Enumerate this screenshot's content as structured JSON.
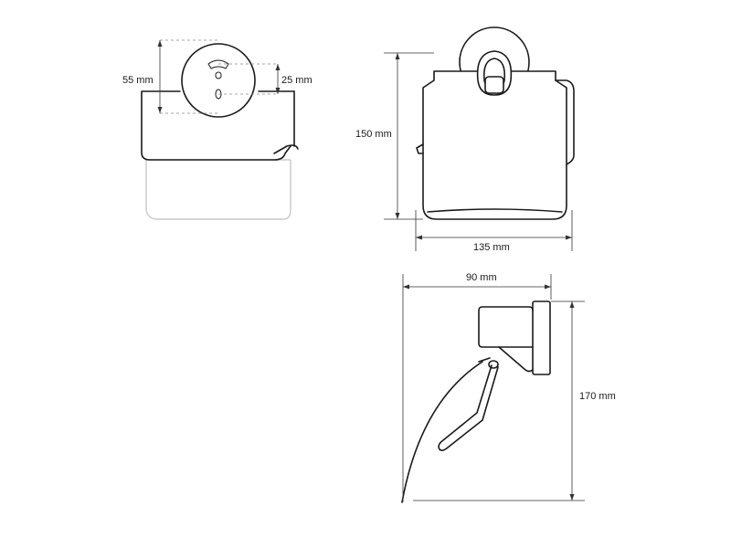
{
  "dimensions": {
    "screw_spacing": "55 mm",
    "mount_offset": "25 mm",
    "height_front": "150 mm",
    "width_front": "135 mm",
    "depth_side": "90 mm",
    "height_side": "170 mm"
  },
  "colors": {
    "line": "#1a1a1a",
    "ghost": "#c9c9c9",
    "dimension": "#333333"
  }
}
